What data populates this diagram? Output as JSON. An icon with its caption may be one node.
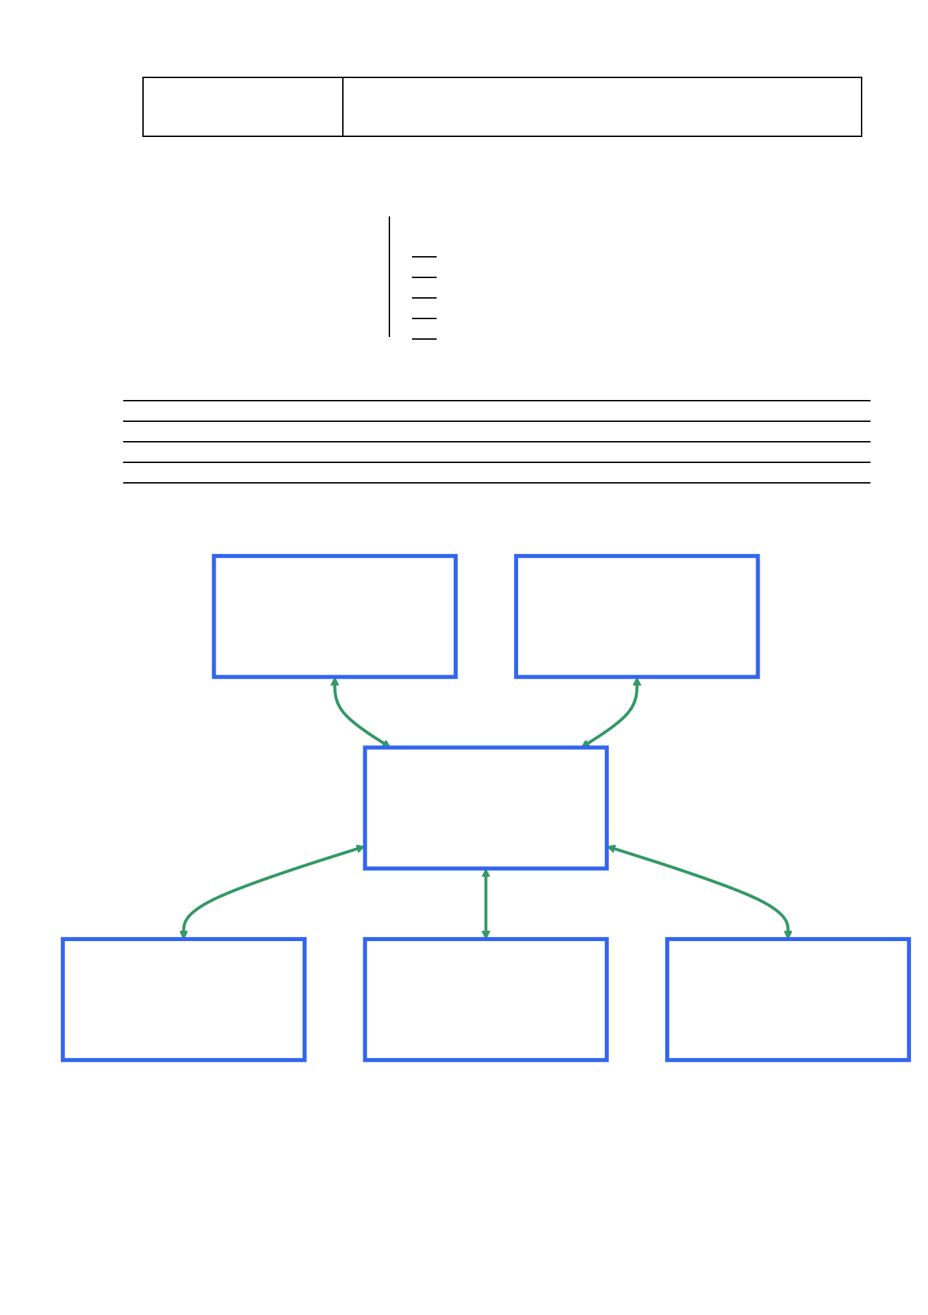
{
  "diagram": {
    "nodes": [
      {
        "text": [],
        "shape": "box"
      },
      {
        "text": [],
        "shape": "box"
      },
      {
        "text": [],
        "shape": "box"
      },
      {
        "text": [],
        "shape": "box"
      },
      {
        "text": [],
        "shape": "box"
      },
      {
        "text": [],
        "shape": "box"
      }
    ],
    "edges": [
      {
        "from": 0,
        "to": 2,
        "arrow": "both"
      },
      {
        "from": 1,
        "to": 2,
        "arrow": "both"
      },
      {
        "from": 2,
        "to": 3,
        "arrow": "both"
      },
      {
        "from": 2,
        "to": 4,
        "arrow": "both"
      },
      {
        "from": 2,
        "to": 5,
        "arrow": "both"
      }
    ]
  }
}
